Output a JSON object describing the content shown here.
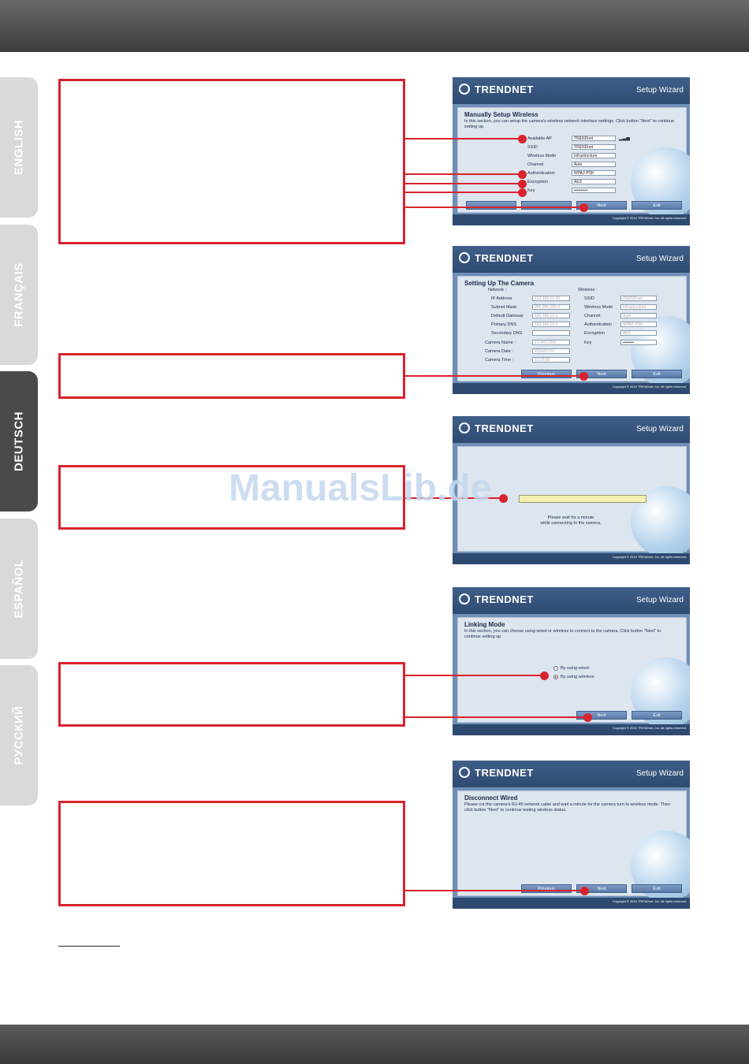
{
  "tabs": [
    {
      "label": "ENGLISH",
      "active": false
    },
    {
      "label": "FRANÇAIS",
      "active": false
    },
    {
      "label": "DEUTSCH",
      "active": true
    },
    {
      "label": "ESPAÑOL",
      "active": false
    },
    {
      "label": "РУССКИЙ",
      "active": false
    }
  ],
  "watermark": "ManualsLib.de",
  "brand": "TRENDNET",
  "wizard_title": "Setup Wizard",
  "copyright": "Copyright © 2010 TRENDnet, Inc. All rights reserved.",
  "shot1": {
    "title": "Manually Setup Wireless",
    "desc": "In this section, you can setup the camera's wireless network interface settings. Click button \"Next\" to continue setting up.",
    "labels": {
      "available_ap": "Available AP",
      "ssid": "SSID",
      "wireless_mode": "Wireless Mode",
      "channel": "Channel",
      "authentication": "Authentication",
      "encryption": "Encryption",
      "key": "Key"
    },
    "values": {
      "available_ap": "TRENDnet",
      "ssid": "TRENDnet",
      "wireless_mode": "Infrastructure",
      "channel": "Auto",
      "authentication": "WPA2-PSK",
      "encryption": "AES",
      "key": "••••••••••"
    },
    "buttons": {
      "next": "Next",
      "exit": "Exit"
    }
  },
  "shot2": {
    "title": "Setting Up The Camera",
    "network_heading": "Network :",
    "wireless_heading": "Wireless :",
    "network": [
      {
        "label": "IP Address",
        "value": "192.168.10.30"
      },
      {
        "label": "Subnet Mask",
        "value": "255.255.255.0"
      },
      {
        "label": "Default Gateway",
        "value": "192.168.10.1"
      },
      {
        "label": "Primary DNS",
        "value": "192.168.10.1"
      },
      {
        "label": "Secondary DNS",
        "value": ""
      },
      {
        "label": "Camera Name :",
        "value": "TV-IP572WI"
      },
      {
        "label": "Camera Date :",
        "value": "2010/07/16"
      },
      {
        "label": "Camera Time :",
        "value": "10:23:00"
      }
    ],
    "wireless": [
      {
        "label": "SSID",
        "value": "TRENDnet"
      },
      {
        "label": "Wireless Mode",
        "value": "Infrastructure"
      },
      {
        "label": "Channel",
        "value": "Auto"
      },
      {
        "label": "Authentication",
        "value": "WPA2-PSK"
      },
      {
        "label": "Encryption",
        "value": "AES"
      },
      {
        "label": "Key",
        "value": "••••••••"
      }
    ],
    "buttons": {
      "previous": "Previous",
      "next": "Next",
      "exit": "Exit"
    }
  },
  "shot3": {
    "wait_line1": "Please wait for a minute",
    "wait_line2": "while connecting to the camera."
  },
  "shot4": {
    "title": "Linking Mode",
    "desc": "In this section, you can choose using wired or wireless to connect to the camera. Click button \"Next\" to continue setting up.",
    "option_wired": "By using wired",
    "option_wireless": "By using wireless",
    "buttons": {
      "next": "Next",
      "exit": "Exit"
    }
  },
  "shot5": {
    "title": "Disconnect Wired",
    "desc": "Please cut the camera's RJ-45 network cable and wait a minute for the camera turn to wireless mode. Then click button \"Next\" to continue testing wireless status.",
    "buttons": {
      "previous": "Previous",
      "next": "Next",
      "exit": "Exit"
    }
  }
}
